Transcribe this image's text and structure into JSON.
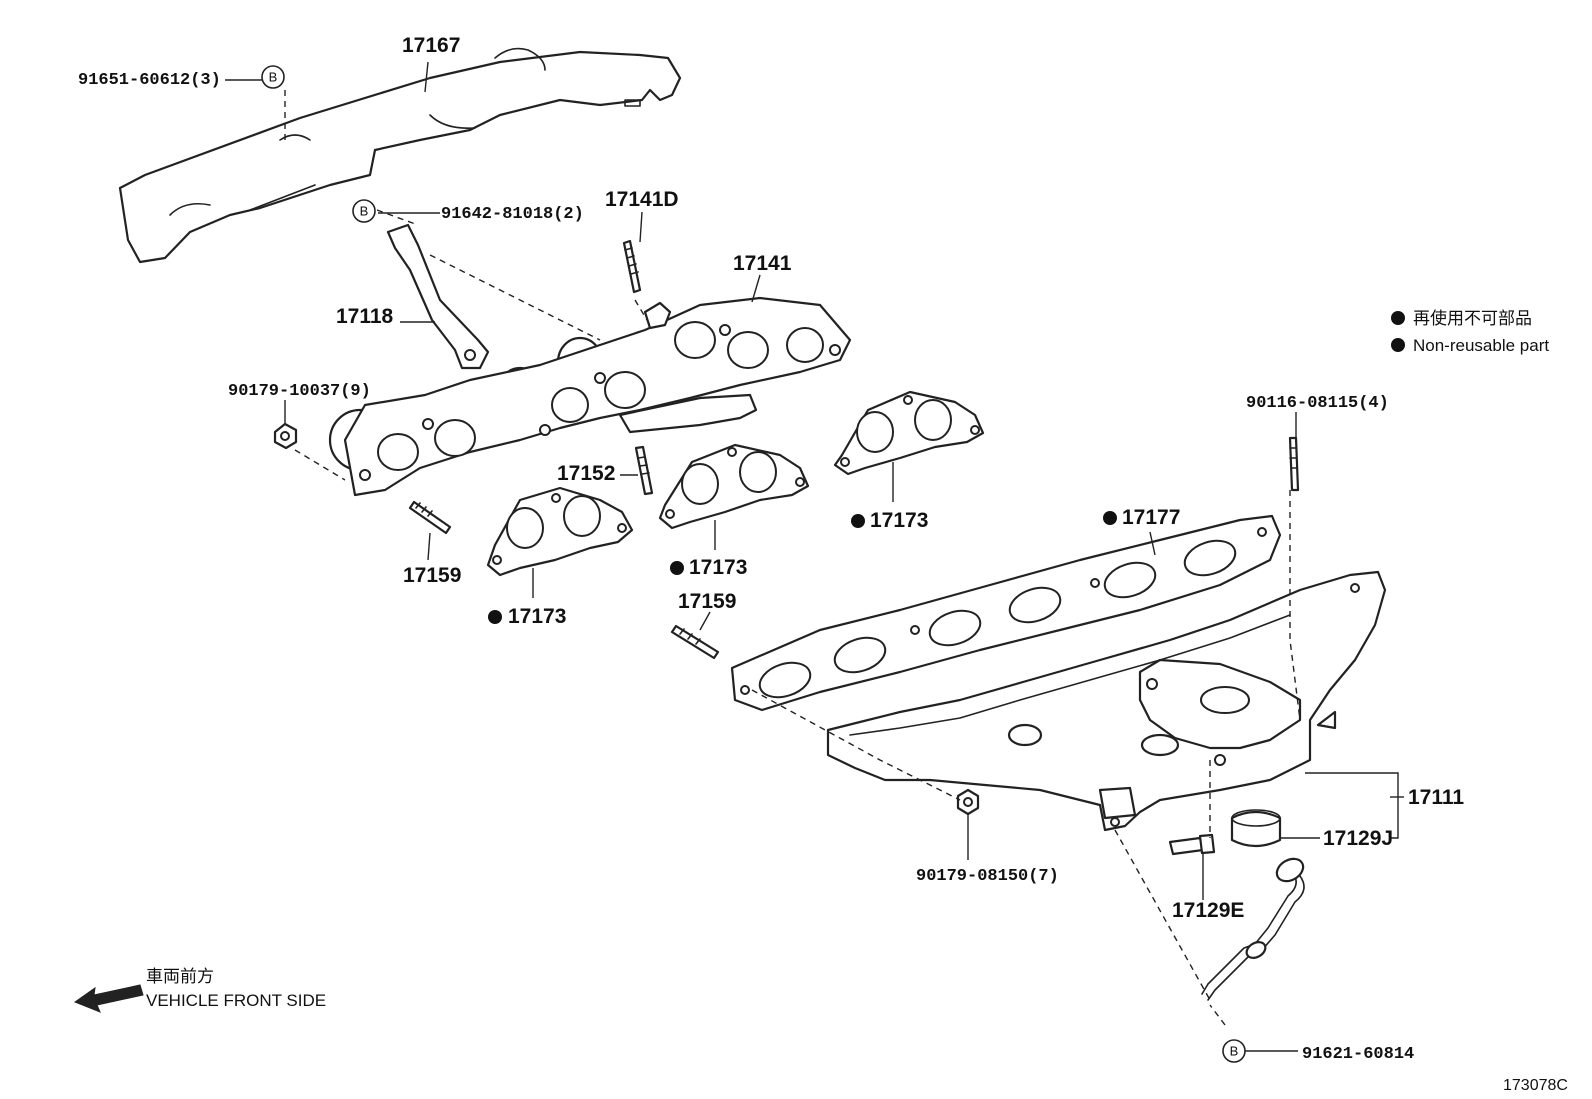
{
  "figure_code": "173078C",
  "legend": {
    "non_reusable_jp": "再使用不可部品",
    "non_reusable_en": "Non-reusable part"
  },
  "direction": {
    "jp": "車両前方",
    "en": "VEHICLE FRONT SIDE"
  },
  "bolt_marker": "B",
  "parts": {
    "p17167": "17167",
    "p91651": "91651-60612(3)",
    "p91642": "91642-81018(2)",
    "p17141D": "17141D",
    "p17141": "17141",
    "p17118": "17118",
    "p90179a": "90179-10037(9)",
    "p17152": "17152",
    "p17159a": "17159",
    "p17173a": "17173",
    "p17173b": "17173",
    "p17173c": "17173",
    "p17159b": "17159",
    "p17177": "17177",
    "p90116": "90116-08115(4)",
    "p17111": "17111",
    "p17129J": "17129J",
    "p90179b": "90179-08150(7)",
    "p17129E": "17129E",
    "p91621": "91621-60814"
  }
}
